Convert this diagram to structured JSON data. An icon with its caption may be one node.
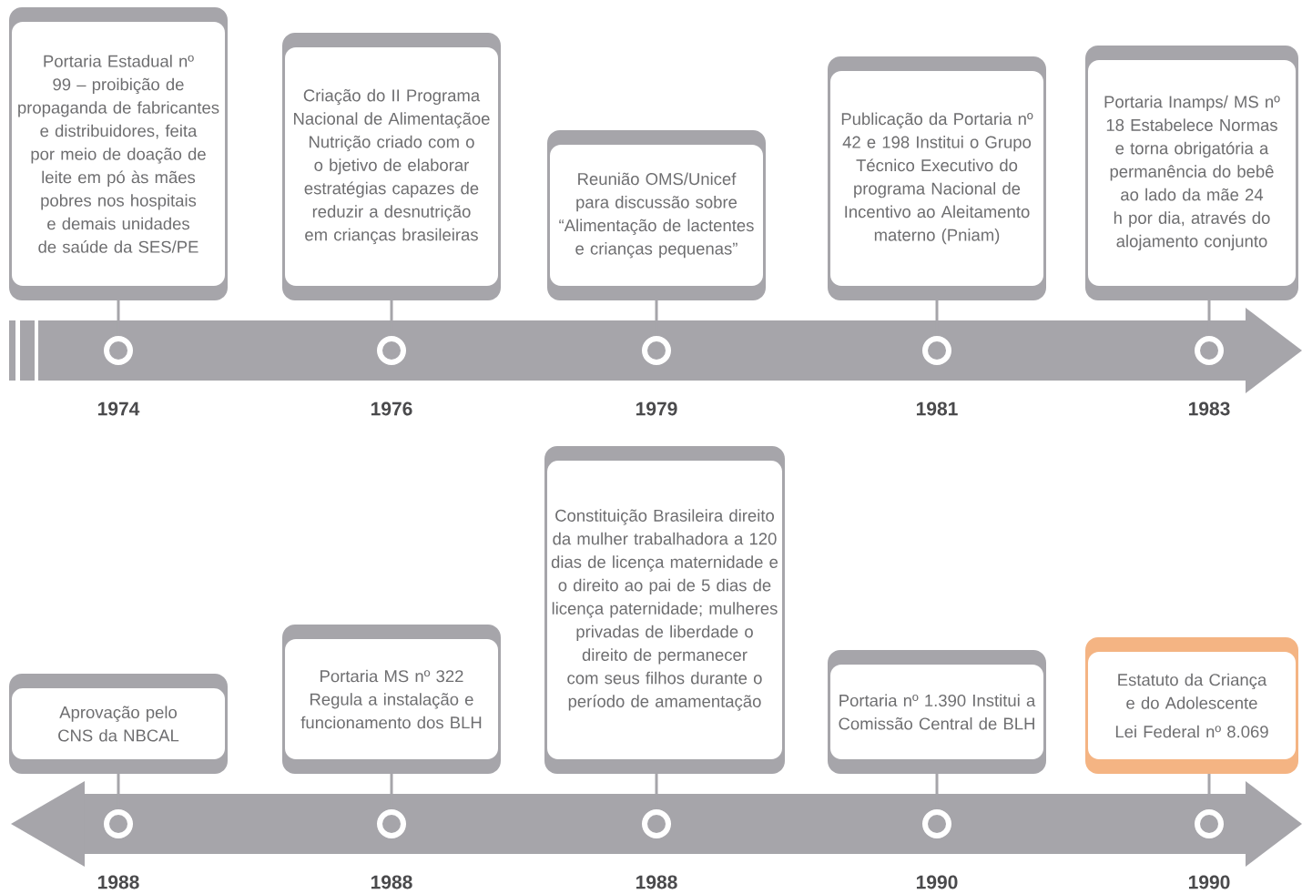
{
  "diagram": {
    "nodes": [
      {
        "text": [
          "Portaria Estadual nº 99 – proibição de propaganda de fabricantes e distribuidores, feita por meio de doação de leite em pó às mães pobres nos hospitais e demais unidades de saúde da SES/PE"
        ]
      },
      {
        "text": [
          "Criação do II Programa Nacional de Alimentaçãoe Nutrição criado com o o bjetivo de elaborar estratégias capazes de reduzir a desnutrição em crianças brasileiras"
        ]
      },
      {
        "text": [
          "Reunião OMS/Unicef para discussão sobre “Alimentação de lactentes e crianças pequenas”"
        ]
      },
      {
        "text": [
          "Publicação da Portaria nº 42 e 198 Institui o Grupo Técnico Executivo do programa Nacional de Incentivo ao Aleitamento materno (Pniam)"
        ]
      },
      {
        "text": [
          "Portaria Inamps/ MS nº 18 Estabelece Normas e torna obrigatória a permanência do bebê ao lado da mãe 24 h por dia, através do alojamento conjunto"
        ]
      },
      {
        "text": [],
        "shape": "circle",
        "beside": [
          "1974"
        ]
      },
      {
        "text": [],
        "shape": "circle",
        "beside": [
          "1976"
        ]
      },
      {
        "text": [],
        "shape": "circle",
        "beside": [
          "1979"
        ]
      },
      {
        "text": [],
        "shape": "circle",
        "beside": [
          "1981"
        ]
      },
      {
        "text": [],
        "shape": "circle",
        "beside": [
          "1983"
        ]
      },
      {
        "text": [
          "Aprovação pelo CNS da NBCAL"
        ]
      },
      {
        "text": [
          "Portaria MS nº 322 Regula a instalação e funcionamento dos BLH"
        ]
      },
      {
        "text": [
          "Constituição Brasileira direito da mulher trabalhadora a 120 dias de licença maternidade e o direito ao pai de 5 dias de licença paternidade; mulheres privadas de liberdade o direito de permanecer com seus filhos durante o período de amamentação"
        ]
      },
      {
        "text": [
          "Portaria nº 1.390 Institui a Comissão Central de BLH"
        ]
      },
      {
        "text": [
          "Estatuto da Criança e do Adolescente",
          "Lei Federal nº 8.069"
        ]
      },
      {
        "text": [],
        "shape": "circle",
        "beside": [
          "1988"
        ]
      },
      {
        "text": [],
        "shape": "circle",
        "beside": [
          "1988"
        ]
      },
      {
        "text": [],
        "shape": "circle",
        "beside": [
          "1988"
        ]
      },
      {
        "text": [],
        "shape": "circle",
        "beside": [
          "1990"
        ]
      },
      {
        "text": [],
        "shape": "circle",
        "beside": [
          "1990"
        ]
      }
    ],
    "edges": [
      {
        "from": 0,
        "to": 5,
        "arrow": "none"
      },
      {
        "from": 1,
        "to": 6,
        "arrow": "none"
      },
      {
        "from": 2,
        "to": 7,
        "arrow": "none"
      },
      {
        "from": 3,
        "to": 8,
        "arrow": "none"
      },
      {
        "from": 4,
        "to": 9,
        "arrow": "none"
      },
      {
        "from": 10,
        "to": 15,
        "arrow": "none"
      },
      {
        "from": 11,
        "to": 16,
        "arrow": "none"
      },
      {
        "from": 12,
        "to": 17,
        "arrow": "none"
      },
      {
        "from": 13,
        "to": 18,
        "arrow": "none"
      },
      {
        "from": 14,
        "to": 19,
        "arrow": "none"
      }
    ]
  }
}
